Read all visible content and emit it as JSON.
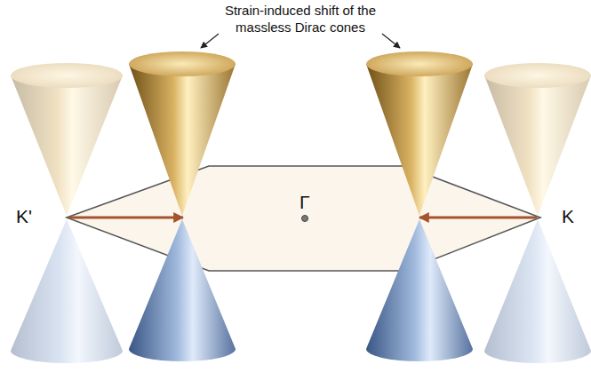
{
  "diagram": {
    "labels": [
      "Strain-induced shift of the massless Dirac cones",
      "K'",
      "Γ",
      "K"
    ]
  }
}
